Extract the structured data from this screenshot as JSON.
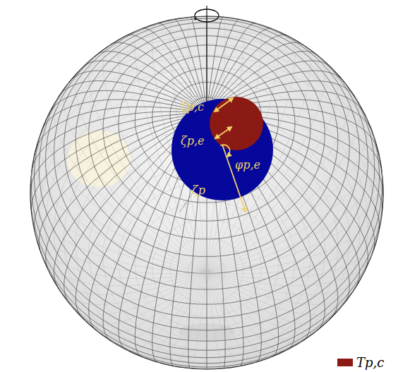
{
  "diagram": {
    "labels": [
      "ζp,c",
      "ζp,e",
      "φp,e",
      "ζp"
    ],
    "legend": [
      {
        "text": "Tp,c",
        "color": "#8b1a14"
      }
    ]
  }
}
